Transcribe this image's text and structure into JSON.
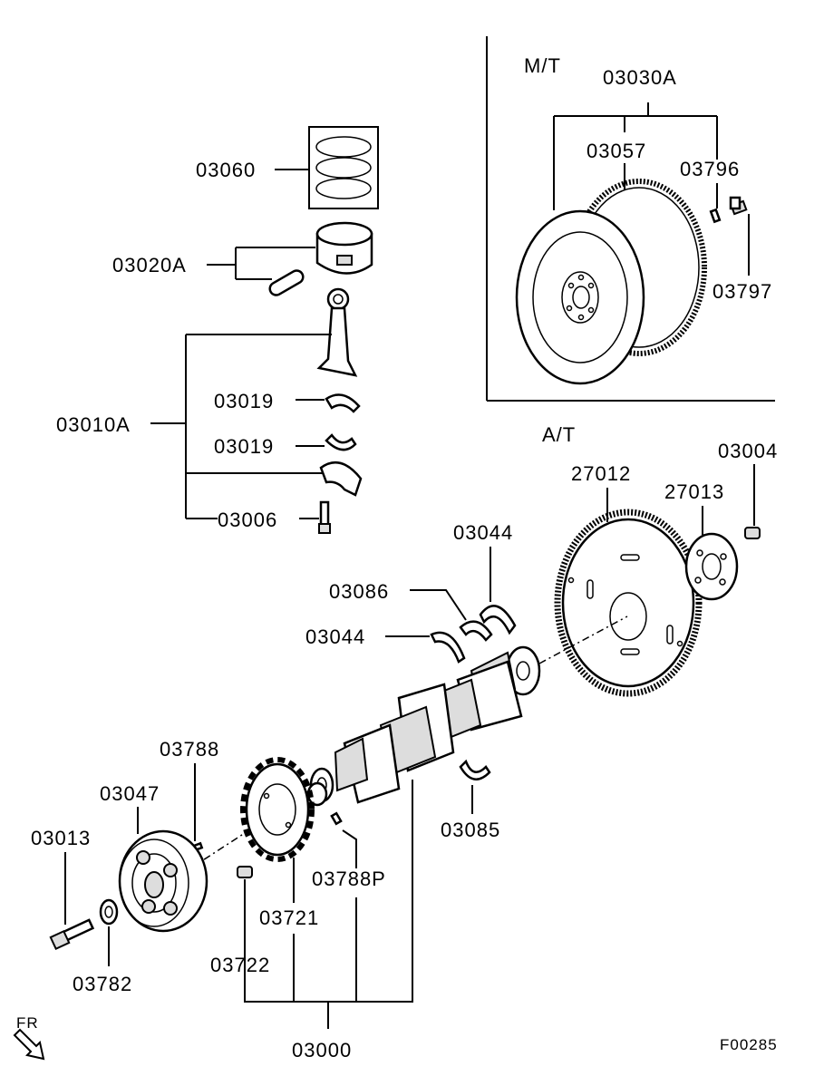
{
  "diagram": {
    "sections": {
      "mt": "M/T",
      "at": "A/T"
    },
    "labels": {
      "p03060": "03060",
      "p03020A": "03020A",
      "p03010A": "03010A",
      "p03019a": "03019",
      "p03019b": "03019",
      "p03006": "03006",
      "p03030A": "03030A",
      "p03057": "03057",
      "p03796": "03796",
      "p03797": "03797",
      "p03004": "03004",
      "p27012": "27012",
      "p27013": "27013",
      "p03044a": "03044",
      "p03086": "03086",
      "p03044b": "03044",
      "p03788": "03788",
      "p03047": "03047",
      "p03013": "03013",
      "p03782": "03782",
      "p03788P": "03788P",
      "p03721": "03721",
      "p03722": "03722",
      "p03085": "03085",
      "p03000": "03000"
    },
    "direction": "FR",
    "figure_code": "F00285"
  }
}
